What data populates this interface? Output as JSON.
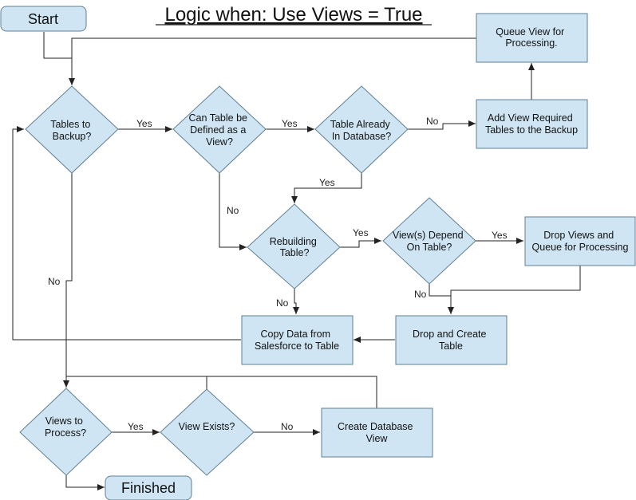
{
  "title": "Logic when: Use Views = True",
  "colors": {
    "fill": "#cfe5f3",
    "stroke": "#5f7f93",
    "line": "#222222"
  },
  "nodes": {
    "start": "Start",
    "tables_to_backup": [
      "Tables to",
      "Backup?"
    ],
    "can_define_view": [
      "Can Table be",
      "Defined as a",
      "View?"
    ],
    "table_in_db": [
      "Table Already",
      "In Database?"
    ],
    "add_view_tables": [
      "Add View Required",
      "Tables to the Backup"
    ],
    "queue_view": [
      "Queue View for",
      "Processing."
    ],
    "rebuilding_table": [
      "Rebuilding",
      "Table?"
    ],
    "views_depend": [
      "View(s) Depend",
      "On Table?"
    ],
    "drop_views_queue": [
      "Drop Views and",
      "Queue for Processing"
    ],
    "drop_create": [
      "Drop and Create",
      "Table"
    ],
    "copy_data": [
      "Copy Data from",
      "Salesforce to Table"
    ],
    "views_to_process": [
      "Views to",
      "Process?"
    ],
    "view_exists": "View Exists?",
    "create_view": [
      "Create Database",
      "View"
    ],
    "finished": "Finished"
  },
  "edges": {
    "tables_yes": "Yes",
    "define_yes": "Yes",
    "define_no": "No",
    "indb_no": "No",
    "indb_yes": "Yes",
    "rebuild_yes": "Yes",
    "rebuild_no": "No",
    "depend_yes": "Yes",
    "depend_no": "No",
    "tables_no": "No",
    "process_yes": "Yes",
    "exists_no": "No"
  }
}
